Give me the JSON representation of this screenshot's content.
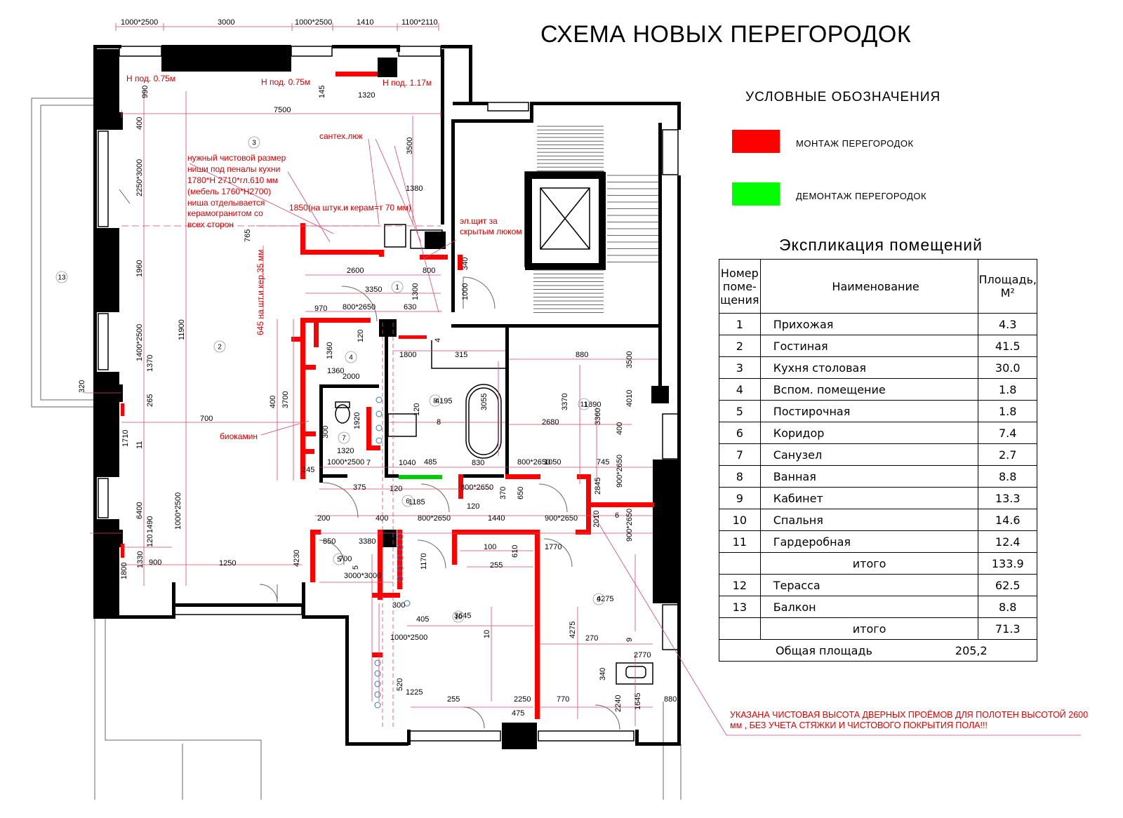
{
  "title": "СХЕМА  НОВЫХ ПЕРЕГОРОДОК",
  "legend": {
    "title": "УСЛОВНЫЕ ОБОЗНАЧЕНИЯ",
    "items": [
      {
        "label": "МОНТАЖ ПЕРЕГОРОДОК",
        "color": "#ff0000"
      },
      {
        "label": "ДЕМОНТАЖ ПЕРЕГОРОДОК",
        "color": "#00ff00"
      }
    ]
  },
  "explication": {
    "title": "Экспликация помещений",
    "headers": {
      "number": "Номер поме-щения",
      "name": "Наименование",
      "area": "Площадь, М²"
    },
    "rows": [
      {
        "num": "1",
        "name": "Прихожая",
        "area": "4.3"
      },
      {
        "num": "2",
        "name": "Гостиная",
        "area": "41.5"
      },
      {
        "num": "3",
        "name": "Кухня столовая",
        "area": "30.0"
      },
      {
        "num": "4",
        "name": "Вспом. помещение",
        "area": "1.8"
      },
      {
        "num": "5",
        "name": "Постирочная",
        "area": "1.8"
      },
      {
        "num": "6",
        "name": "Коридор",
        "area": "7.4"
      },
      {
        "num": "7",
        "name": "Санузел",
        "area": "2.7"
      },
      {
        "num": "8",
        "name": "Ванная",
        "area": "8.8"
      },
      {
        "num": "9",
        "name": "Кабинет",
        "area": "13.3"
      },
      {
        "num": "10",
        "name": "Спальня",
        "area": "14.6"
      },
      {
        "num": "11",
        "name": "Гардеробная",
        "area": "12.4"
      }
    ],
    "subtotal1": {
      "label": "итого",
      "area": "133.9"
    },
    "rows2": [
      {
        "num": "12",
        "name": "Терасса",
        "area": "62.5"
      },
      {
        "num": "13",
        "name": "Балкон",
        "area": "8.8"
      }
    ],
    "subtotal2": {
      "label": "итого",
      "area": "71.3"
    },
    "total": {
      "label": "Общая площадь",
      "area": "205,2"
    }
  },
  "note": "УКАЗАНА ЧИСТОВАЯ ВЫСОТА ДВЕРНЫХ ПРОЁМОВ ДЛЯ ПОЛОТЕН ВЫСОТОЙ 2600 мм , БЕЗ  УЧЕТА СТЯЖКИ И ЧИСТОВОГО ПОКРЫТИЯ ПОЛА!!!",
  "plan": {
    "top_dims": [
      "1000*2500",
      "3000",
      "1000*2500",
      "1410",
      "1100*2110"
    ],
    "sill_labels": [
      "Н под.  0.75м",
      "Н под.  0.75м",
      "Н под.  1.17м"
    ],
    "notes": {
      "kitchen_niche": [
        "нужный чистовой размер",
        "ниши под пеналы кухни",
        "1780*Н 2710*гл.610 мм",
        "(мебель 1760*Н2700)",
        " ниша отделывается",
        "керамогранитом со",
        "всех сторон"
      ],
      "santech": "сантех.люк",
      "el_shield": [
        "эл.щит за",
        "скрытым люком"
      ],
      "biokamin": "биокамин",
      "dim_1850": "1850(на штук.и керам=т 70 мм)",
      "dim_645": "645 на шт.и кер.35 мм"
    },
    "dims": [
      "1320",
      "145",
      "990",
      "400",
      "7500",
      "3500",
      "2250*3000",
      "1380",
      "765",
      "1960",
      "2600",
      "800",
      "340",
      "3350",
      "1300",
      "1000",
      "970",
      "800*2650",
      "630",
      "11900",
      "1400*2500",
      "120",
      "1360",
      "4",
      "315",
      "1800",
      "880",
      "3500",
      "1370",
      "320",
      "400",
      "3700",
      "2000",
      "1360",
      "120",
      "3055",
      "3370",
      "3360",
      "4010",
      "400",
      "265",
      "700",
      "4195",
      "8",
      "2680",
      "1890",
      "11",
      "1710",
      "300",
      "1920",
      "1320",
      "7",
      "1040",
      "485",
      "830",
      "800*2650",
      "1050",
      "745",
      "900*2650",
      "245",
      "1000*2500",
      "375",
      "800*2650",
      "2845",
      "370",
      "650",
      "1185",
      "120",
      "6",
      "6400",
      "1490",
      "1000*2500",
      "200",
      "400",
      "800*2650",
      "1440",
      "900*2650",
      "2010",
      "900*2650",
      "850",
      "3380",
      "100",
      "610",
      "1770",
      "120",
      "120",
      "700",
      "5",
      "1170",
      "255",
      "4230",
      "1330",
      "900",
      "1250",
      "3000*3000",
      "1800",
      "300",
      "405",
      "3645",
      "10",
      "4275",
      "4275",
      "9",
      "1000*2500",
      "270",
      "2770",
      "340",
      "520",
      "1225",
      "255",
      "2250",
      "770",
      "2240",
      "1645",
      "880",
      "475",
      "120"
    ],
    "room_numbers": [
      "1",
      "2",
      "3",
      "4",
      "5",
      "6",
      "7",
      "8",
      "9",
      "10",
      "11",
      "13"
    ]
  }
}
